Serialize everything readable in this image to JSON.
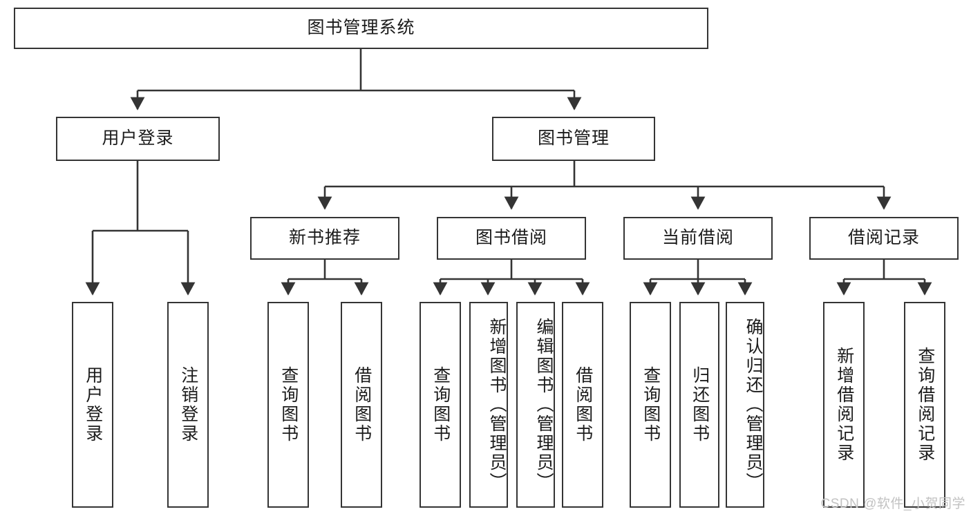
{
  "diagram": {
    "title": "图书管理系统",
    "watermark": "CSDN @软件_小贺同学",
    "colors": {
      "stroke": "#343434",
      "fill": "#ffffff",
      "text": "#1b1b1b",
      "watermark": "#c2c2c2"
    },
    "nodes": {
      "root": "图书管理系统",
      "user_login": "用户登录",
      "book_manage": "图书管理",
      "new_book_rec": "新书推荐",
      "book_borrow": "图书借阅",
      "current_borrow": "当前借阅",
      "borrow_record": "借阅记录",
      "leaf_user_login": "用户登录",
      "leaf_logout": "注销登录",
      "leaf_rec_query": "查询图书",
      "leaf_rec_borrow": "借阅图书",
      "leaf_borrow_query": "查询图书",
      "leaf_borrow_add": "新增图书（管理员）",
      "leaf_borrow_edit": "编辑图书（管理员）",
      "leaf_borrow_lend": "借阅图书",
      "leaf_cur_query": "查询图书",
      "leaf_cur_return": "归还图书",
      "leaf_cur_confirm": "确认归还（管理员）",
      "leaf_rec_add": "新增借阅记录",
      "leaf_rec_search": "查询借阅记录"
    }
  },
  "chart_data": {
    "type": "diagram",
    "title": "图书管理系统",
    "layout": "top-down hierarchy tree",
    "levels": 4,
    "tree": {
      "label": "图书管理系统",
      "children": [
        {
          "label": "用户登录",
          "children": [
            {
              "label": "用户登录",
              "children": []
            },
            {
              "label": "注销登录",
              "children": []
            }
          ]
        },
        {
          "label": "图书管理",
          "children": [
            {
              "label": "新书推荐",
              "children": [
                {
                  "label": "查询图书",
                  "children": []
                },
                {
                  "label": "借阅图书",
                  "children": []
                }
              ]
            },
            {
              "label": "图书借阅",
              "children": [
                {
                  "label": "查询图书",
                  "children": []
                },
                {
                  "label": "新增图书（管理员）",
                  "children": []
                },
                {
                  "label": "编辑图书（管理员）",
                  "children": []
                },
                {
                  "label": "借阅图书",
                  "children": []
                }
              ]
            },
            {
              "label": "当前借阅",
              "children": [
                {
                  "label": "查询图书",
                  "children": []
                },
                {
                  "label": "归还图书",
                  "children": []
                },
                {
                  "label": "确认归还（管理员）",
                  "children": []
                }
              ]
            },
            {
              "label": "借阅记录",
              "children": [
                {
                  "label": "新增借阅记录",
                  "children": []
                },
                {
                  "label": "查询借阅记录",
                  "children": []
                }
              ]
            }
          ]
        }
      ]
    }
  }
}
